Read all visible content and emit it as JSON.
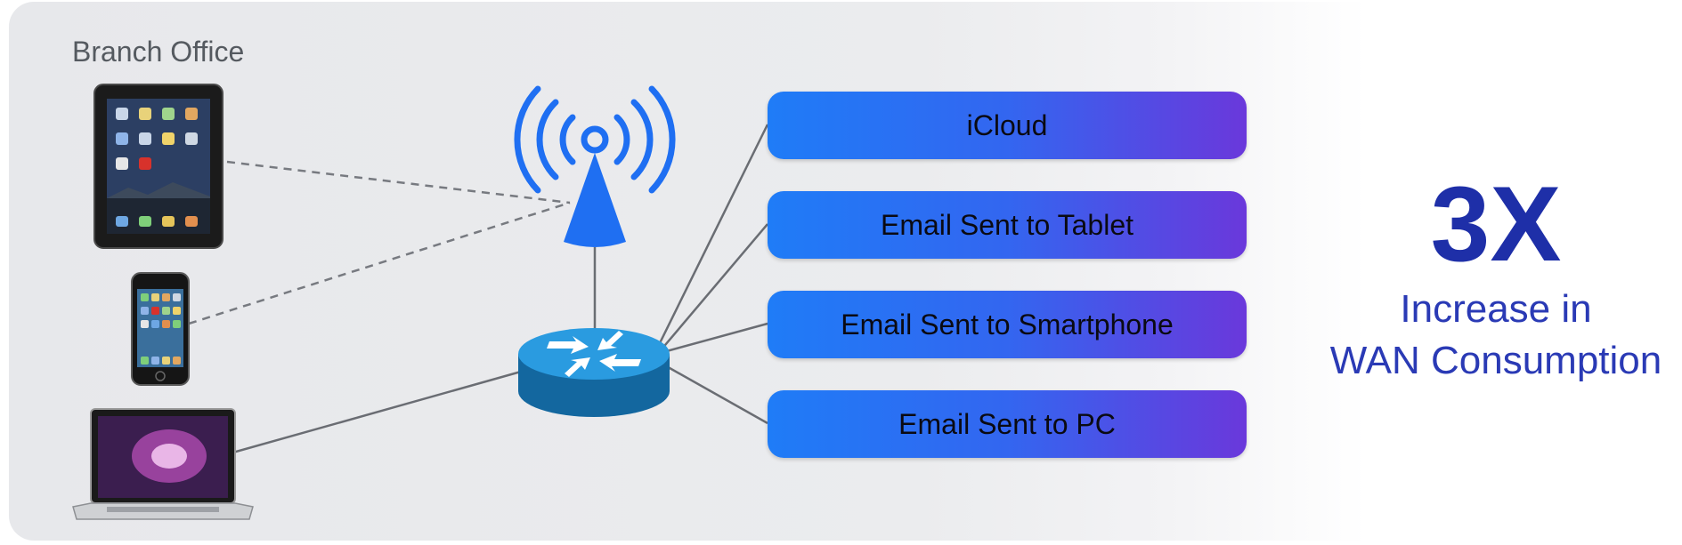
{
  "branch": {
    "title": "Branch Office"
  },
  "services": [
    {
      "label": "iCloud"
    },
    {
      "label": "Email Sent to Tablet"
    },
    {
      "label": "Email Sent to Smartphone"
    },
    {
      "label": "Email Sent to PC"
    }
  ],
  "stat": {
    "value": "3X",
    "line1": "Increase in",
    "line2": "WAN Consumption"
  },
  "colors": {
    "wifi": "#1f6ff2",
    "router_top": "#2a9be0",
    "router_side": "#13679f",
    "stat": "#1e2fa8"
  },
  "icons": [
    "tablet-icon",
    "smartphone-icon",
    "laptop-icon",
    "wifi-access-point-icon",
    "router-icon"
  ]
}
